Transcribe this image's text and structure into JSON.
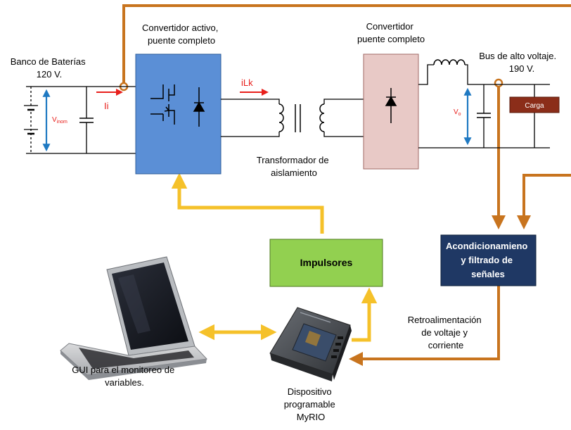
{
  "labels": {
    "battery_bank_line1": "Banco de Baterías",
    "battery_bank_line2": "120 V.",
    "vinom_base": "V",
    "vinom_sub": "inom",
    "ii": "Ii",
    "active_converter_line1": "Convertidor activo,",
    "active_converter_line2": "puente completo",
    "ilk": "iLk",
    "transformer_line1": "Transformador de",
    "transformer_line2": "aislamiento",
    "converter_line1": "Convertidor",
    "converter_line2": "puente completo",
    "bus_line1": "Bus de alto voltaje.",
    "bus_line2": "190 V.",
    "vo_base": "V",
    "vo_sub": "o",
    "load": "Carga",
    "drivers": "Impulsores",
    "conditioning_line1": "Acondicionamieno",
    "conditioning_line2": "y filtrado de",
    "conditioning_line3": "señales",
    "feedback_line1": "Retroalimentación",
    "feedback_line2": "de voltaje y",
    "feedback_line3": "corriente",
    "gui_line1": "GUI para el monitoreo de",
    "gui_line2": "variables.",
    "device_line1": "Dispositivo",
    "device_line2": "programable",
    "device_line3": "MyRIO"
  },
  "colors": {
    "orange_path": "#c8741e",
    "yellow_arrow": "#f5c12a",
    "red": "#e8201c",
    "blue_arrow": "#1f79c2",
    "active_converter_fill": "#5b8fd6",
    "converter_fill": "#e8c9c6",
    "drivers_fill": "#92d050",
    "conditioning_fill": "#1f3864",
    "load_fill": "#8b2d19"
  },
  "icons": {
    "battery": "battery-icon",
    "mosfet": "mosfet-icon",
    "diode": "diode-icon",
    "transformer": "transformer-icon",
    "inductor": "inductor-icon",
    "capacitor": "capacitor-icon",
    "laptop": "laptop-icon",
    "device": "myrio-device-icon"
  }
}
